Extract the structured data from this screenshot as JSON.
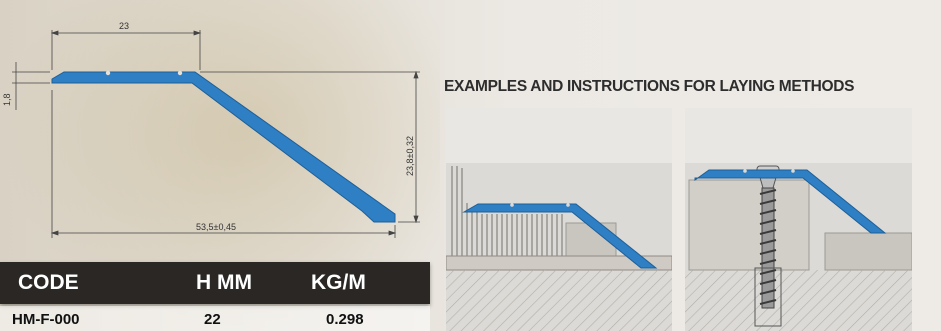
{
  "drawing": {
    "dim_top_width": "23",
    "dim_thickness": "1,8",
    "dim_height": "23,8±0,32",
    "dim_total_width": "53,5±0,45"
  },
  "section": {
    "title": "EXAMPLES AND INSTRUCTIONS FOR LAYING METHODS"
  },
  "spec_table": {
    "headers": [
      "CODE",
      "H MM",
      "KG/M"
    ],
    "rows": [
      [
        "HM-F-000",
        "22",
        "0.298"
      ]
    ]
  },
  "colors": {
    "profile_blue": "#2f7fc4",
    "header_bg": "#2a2724"
  }
}
